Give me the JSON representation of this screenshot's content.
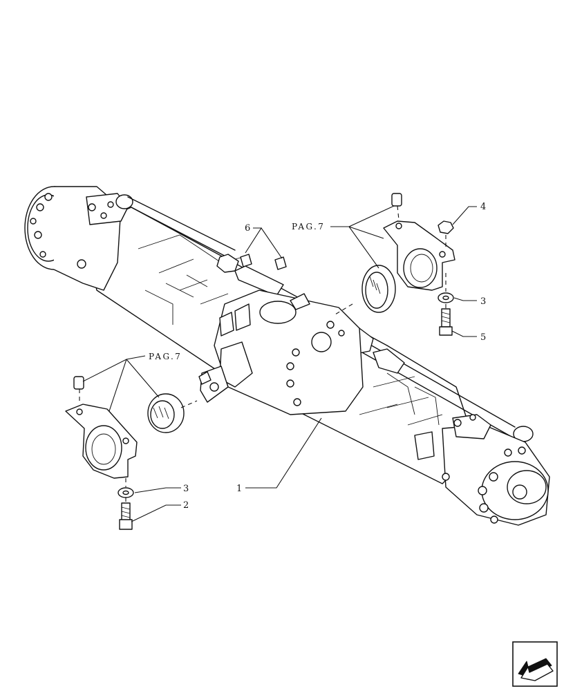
{
  "diagram": {
    "callouts": {
      "c1": "1",
      "c2": "2",
      "c3_left": "3",
      "c3_right": "3",
      "c4": "4",
      "c5": "5",
      "c6": "6"
    },
    "page_refs": {
      "left": "PAG.7",
      "right": "PAG.7"
    }
  },
  "navigation": {
    "icon": "previous-page-arrow-icon"
  }
}
